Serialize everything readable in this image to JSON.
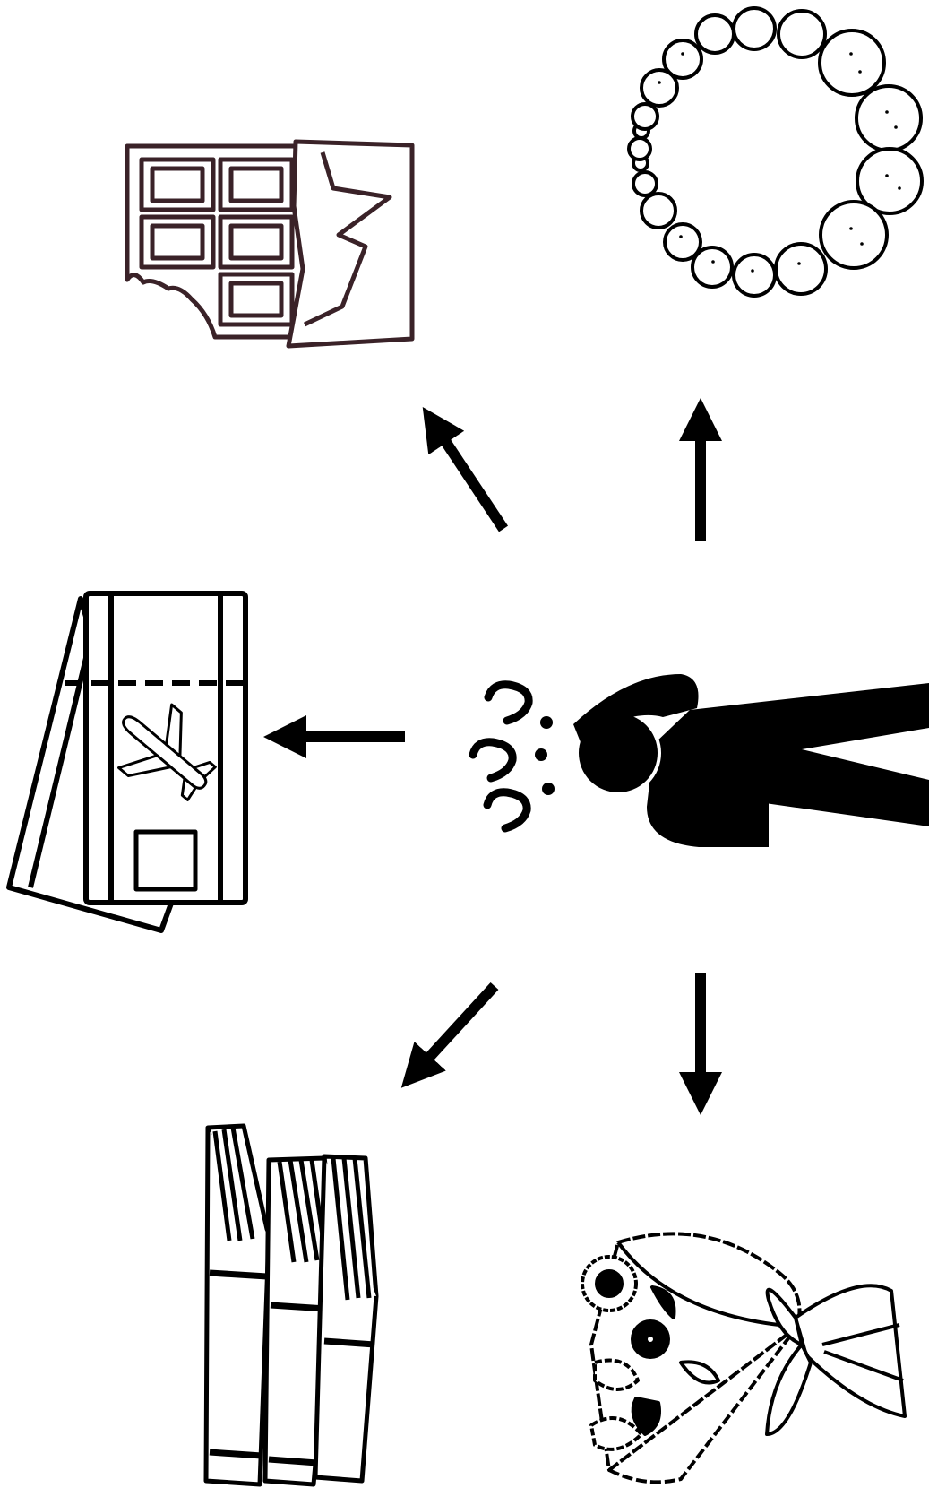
{
  "diagram": {
    "center": {
      "figure": "thinking-person-icon",
      "thought_marks": "question-marks-icon"
    },
    "options": [
      {
        "icon": "chocolate-bar-icon",
        "direction": "up-left"
      },
      {
        "icon": "pearl-bracelet-icon",
        "direction": "up"
      },
      {
        "icon": "travel-ticket-icon",
        "direction": "left"
      },
      {
        "icon": "books-icon",
        "direction": "down-left"
      },
      {
        "icon": "flower-bouquet-icon",
        "direction": "down"
      }
    ],
    "colors": {
      "stroke": "#000000",
      "chocolate_stroke": "#3a2228",
      "background": "#ffffff"
    }
  }
}
